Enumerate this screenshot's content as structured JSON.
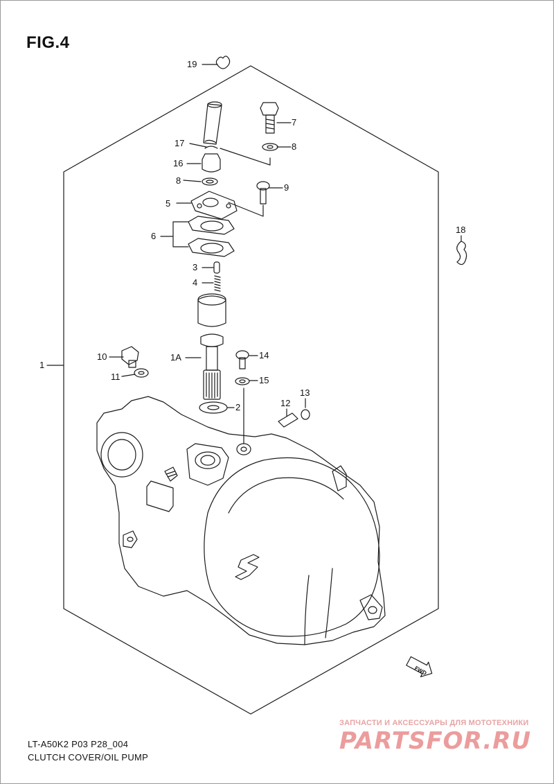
{
  "figure": {
    "title": "FIG.4",
    "model_code": "LT-A50K2 P03 P28_004",
    "caption": "CLUTCH COVER/OIL PUMP"
  },
  "callouts": {
    "c1": "1",
    "c1a": "1A",
    "c2": "2",
    "c3": "3",
    "c4": "4",
    "c5": "5",
    "c6": "6",
    "c7": "7",
    "c8a": "8",
    "c8b": "8",
    "c9": "9",
    "c10": "10",
    "c11": "11",
    "c12": "12",
    "c13": "13",
    "c14": "14",
    "c15": "15",
    "c16": "16",
    "c17": "17",
    "c18": "18",
    "c19": "19"
  },
  "fwd_marker": "FWD",
  "watermark": {
    "tagline": "ЗАПЧАСТИ И АКСЕССУАРЫ ДЛЯ МОТОТЕХНИКИ",
    "brand": "PARTSFOR.RU"
  },
  "colors": {
    "line": "#1a1a1a",
    "watermark": "#ec9c9c"
  }
}
